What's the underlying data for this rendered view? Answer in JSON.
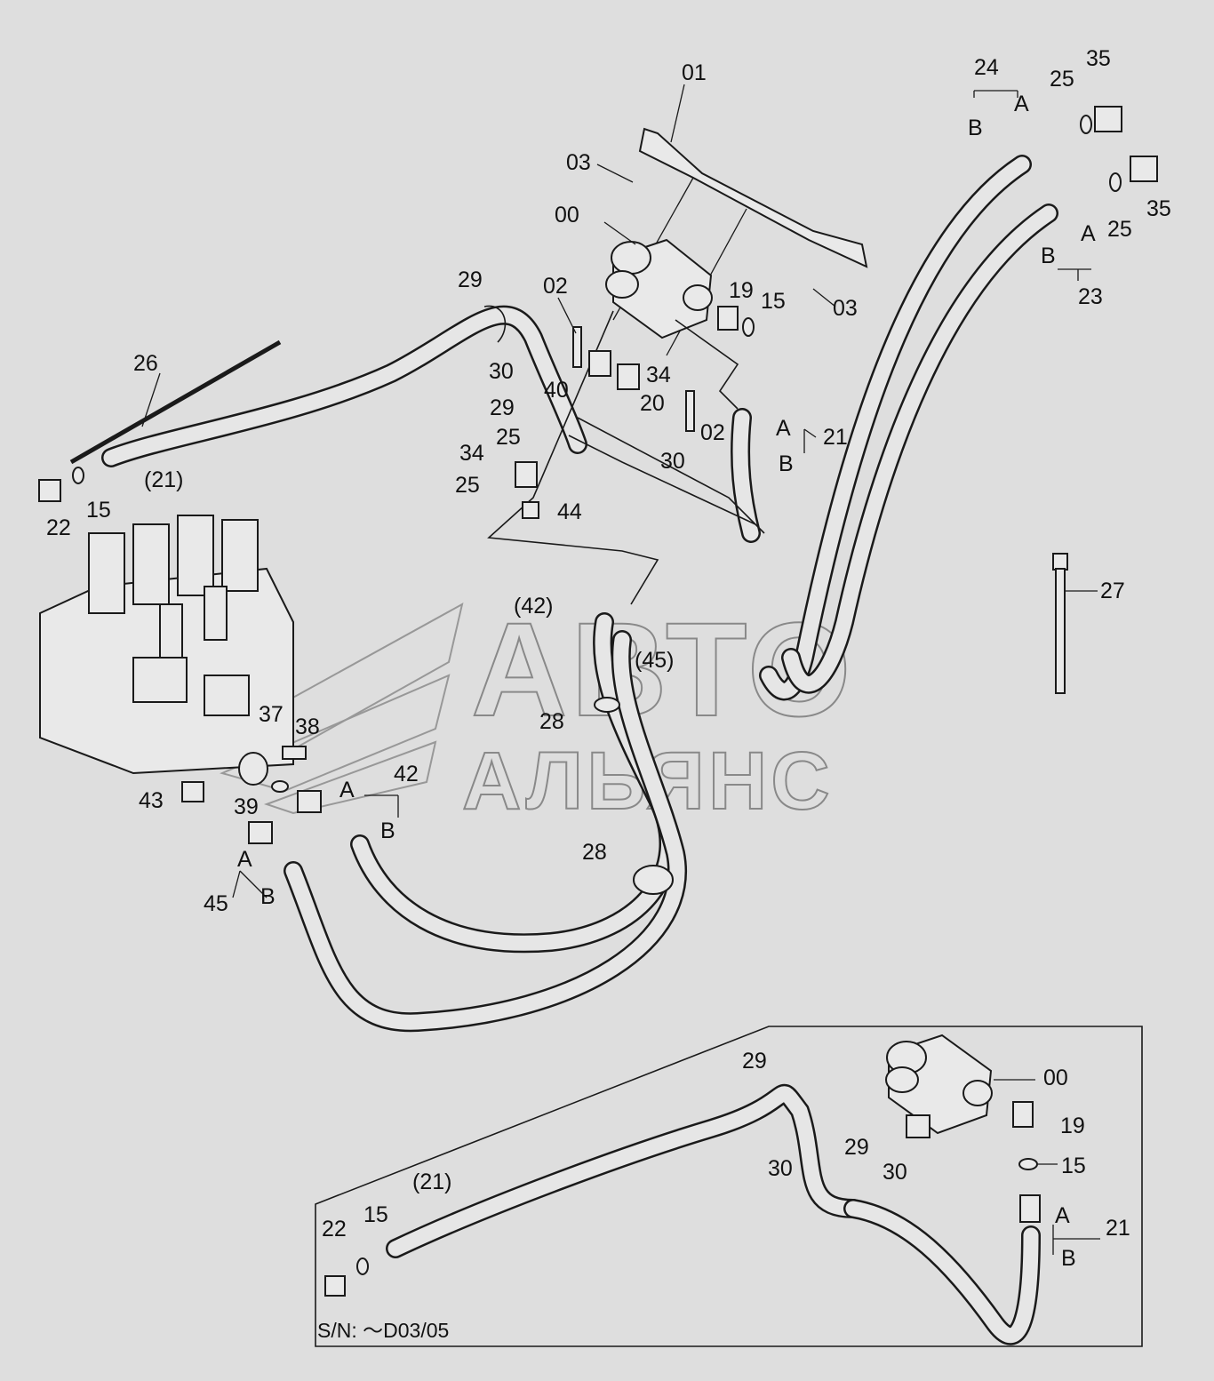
{
  "watermark": {
    "line1": "АВТО",
    "line2": "АЛЬЯНС"
  },
  "inset": {
    "serial_note": "S/N: ～D03/05"
  },
  "labels": {
    "p01": "01",
    "p03a": "03",
    "p03b": "03",
    "p00": "00",
    "p29a": "29",
    "p02a": "02",
    "p19": "19",
    "p15a": "15",
    "p30a": "30",
    "p40": "40",
    "p34a": "34",
    "p29b": "29",
    "p20": "20",
    "p25a": "25",
    "p30b": "30",
    "p02b": "02",
    "p21a": "21",
    "pA21": "A",
    "pB21": "B",
    "p34b": "34",
    "p25b": "25",
    "p44": "44",
    "p26": "26",
    "p21paren": "(21)",
    "p22": "22",
    "p15b": "15",
    "p24": "24",
    "pA24": "A",
    "pB24": "B",
    "p25c": "25",
    "p35a": "35",
    "p35b": "35",
    "p25d": "25",
    "pA23": "A",
    "pB23": "B",
    "p23": "23",
    "p27": "27",
    "p42paren": "(42)",
    "p45paren": "(45)",
    "p28a": "28",
    "p37": "37",
    "p38": "38",
    "p42": "42",
    "pA42": "A",
    "pB42": "B",
    "p43": "43",
    "p39": "39",
    "pA45": "A",
    "pB45": "B",
    "p45": "45",
    "p28b": "28",
    "i29a": "29",
    "i00": "00",
    "i19": "19",
    "i30a": "30",
    "i29b": "29",
    "i30b": "30",
    "i15a": "15",
    "i21paren": "(21)",
    "i15b": "15",
    "i22": "22",
    "iA21": "A",
    "i21": "21",
    "iB21": "B"
  }
}
